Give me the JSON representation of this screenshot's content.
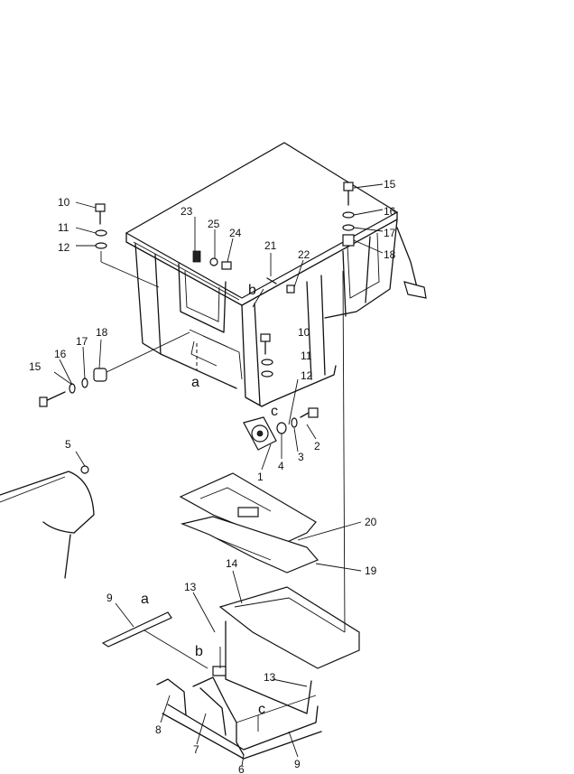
{
  "callouts": [
    {
      "id": "c-10a",
      "text": "10"
    },
    {
      "id": "c-11a",
      "text": "11"
    },
    {
      "id": "c-12a",
      "text": "12"
    },
    {
      "id": "c-23",
      "text": "23"
    },
    {
      "id": "c-25",
      "text": "25"
    },
    {
      "id": "c-24",
      "text": "24"
    },
    {
      "id": "c-21",
      "text": "21"
    },
    {
      "id": "c-22",
      "text": "22"
    },
    {
      "id": "c-15a",
      "text": "15"
    },
    {
      "id": "c-16a",
      "text": "16"
    },
    {
      "id": "c-17a",
      "text": "17"
    },
    {
      "id": "c-18a",
      "text": "18"
    },
    {
      "id": "c-10b",
      "text": "10"
    },
    {
      "id": "c-11b",
      "text": "11"
    },
    {
      "id": "c-12b",
      "text": "12"
    },
    {
      "id": "c-15b",
      "text": "15"
    },
    {
      "id": "c-16b",
      "text": "16"
    },
    {
      "id": "c-17b",
      "text": "17"
    },
    {
      "id": "c-18b",
      "text": "18"
    },
    {
      "id": "c-1",
      "text": "1"
    },
    {
      "id": "c-2",
      "text": "2"
    },
    {
      "id": "c-3",
      "text": "3"
    },
    {
      "id": "c-4",
      "text": "4"
    },
    {
      "id": "c-5",
      "text": "5"
    },
    {
      "id": "c-20",
      "text": "20"
    },
    {
      "id": "c-19",
      "text": "19"
    },
    {
      "id": "c-14",
      "text": "14"
    },
    {
      "id": "c-13a",
      "text": "13"
    },
    {
      "id": "c-13b",
      "text": "13"
    },
    {
      "id": "c-9a",
      "text": "9"
    },
    {
      "id": "c-9b",
      "text": "9"
    },
    {
      "id": "c-8",
      "text": "8"
    },
    {
      "id": "c-7",
      "text": "7"
    },
    {
      "id": "c-6",
      "text": "6"
    }
  ],
  "refs": [
    {
      "id": "r-a1",
      "text": "a"
    },
    {
      "id": "r-a2",
      "text": "a"
    },
    {
      "id": "r-b1",
      "text": "b"
    },
    {
      "id": "r-b2",
      "text": "b"
    },
    {
      "id": "r-c1",
      "text": "c"
    },
    {
      "id": "r-c2",
      "text": "c"
    }
  ]
}
